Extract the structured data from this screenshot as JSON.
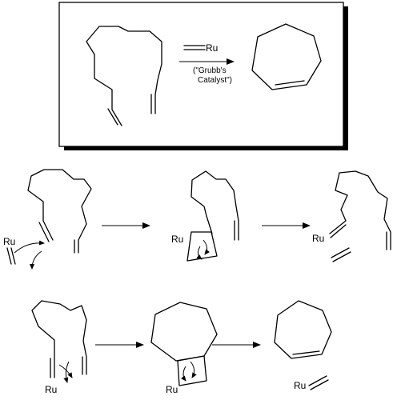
{
  "reagent": {
    "metal": "Ru",
    "caption_line1": "(\"Grubb's",
    "caption_line2": "Catalyst\")"
  },
  "labels": {
    "ru": "Ru"
  },
  "colors": {
    "ink": "#000000",
    "box_shadow": "#000000",
    "background": "#ffffff"
  }
}
